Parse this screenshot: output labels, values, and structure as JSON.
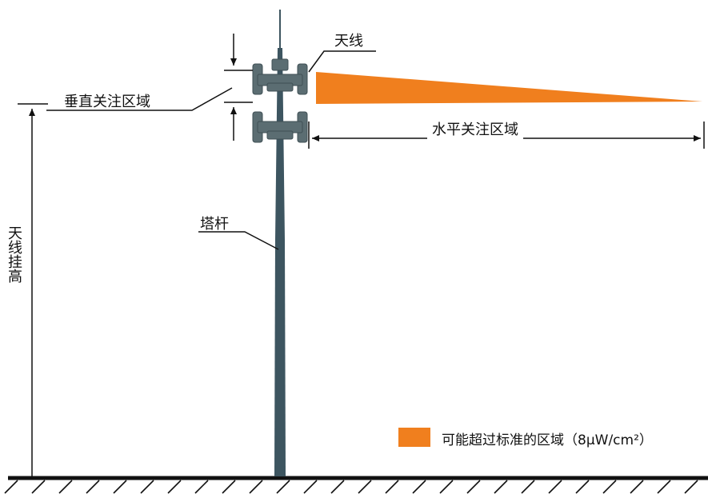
{
  "labels": {
    "antenna": "天线",
    "vertical_zone": "垂直关注区域",
    "horizontal_zone": "水平关注区域",
    "tower": "塔杆",
    "mount_height": "天线挂高"
  },
  "legend": {
    "text": "可能超过标准的区域（8μW/cm²）",
    "color": "#f07f1e"
  },
  "colors": {
    "pole": "#3d5560",
    "antenna": "#5b6d72",
    "line": "#111111"
  }
}
